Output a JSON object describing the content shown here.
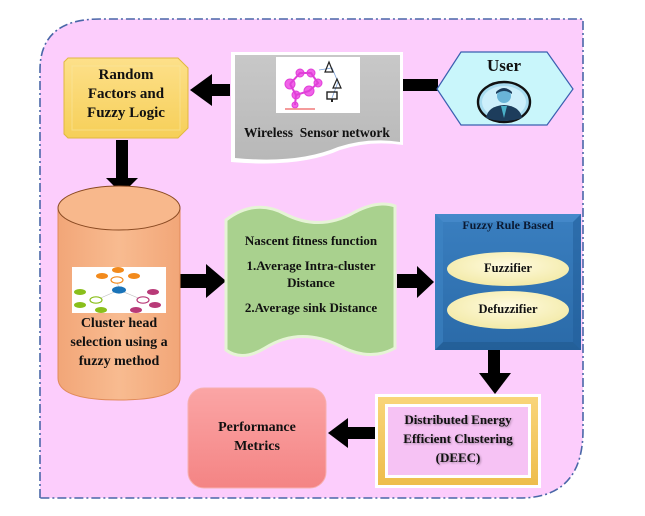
{
  "diagram": {
    "background_color": "#fccdfc",
    "border_color": "#4a67a8",
    "nodes": {
      "user": {
        "label": "User",
        "fill": "#c9f6fb",
        "icon": "user-avatar-icon"
      },
      "wsn": {
        "label": "Wireless  Sensor network",
        "fill": "#c0c0c0",
        "icon": "network-graph-icon"
      },
      "random_factors": {
        "line1": "Random",
        "line2": "Factors and",
        "line3": "Fuzzy Logic",
        "fill": "#fcd96a"
      },
      "cluster_head": {
        "line1": "Cluster head",
        "line2": "selection using a",
        "line3": "fuzzy method",
        "fill": "#f7b486",
        "icon": "cluster-map-icon"
      },
      "fitness": {
        "title": "Nascent fitness function",
        "item1a": "1.Average Intra-cluster",
        "item1b": "Distance",
        "item2": "2.Average sink Distance",
        "fill": "#a9d18e"
      },
      "fuzzy_rule": {
        "title": "Fuzzy Rule Based",
        "fuzzifier": "Fuzzifier",
        "defuzzifier": "Defuzzifier",
        "fill": "#2e75b6",
        "ellipse_fill": "#fbf5c8"
      },
      "deec": {
        "line1": "Distributed Energy",
        "line2": "Efficient Clustering",
        "line3": "(DEEC)",
        "frame_color": "#f5c55a"
      },
      "performance": {
        "line1": "Performance",
        "line2": "Metrics",
        "fill": "#f99393"
      }
    },
    "edges": [
      {
        "from": "User",
        "to": "Wireless Sensor network"
      },
      {
        "from": "Wireless Sensor network",
        "to": "Random Factors and Fuzzy Logic"
      },
      {
        "from": "Random Factors and Fuzzy Logic",
        "to": "Cluster head selection using a fuzzy method"
      },
      {
        "from": "Cluster head selection using a fuzzy method",
        "to": "Nascent fitness function"
      },
      {
        "from": "Nascent fitness function",
        "to": "Fuzzy Rule Based"
      },
      {
        "from": "Fuzzy Rule Based",
        "to": "Distributed Energy Efficient Clustering (DEEC)"
      },
      {
        "from": "Distributed Energy Efficient Clustering (DEEC)",
        "to": "Performance Metrics"
      }
    ]
  }
}
